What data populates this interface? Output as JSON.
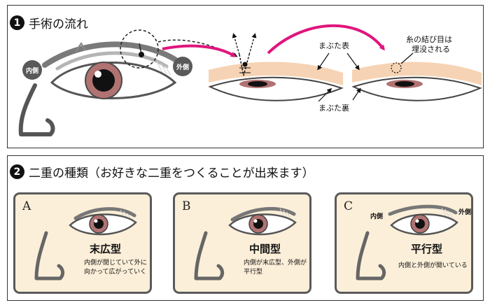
{
  "section1": {
    "number": "1",
    "title": "手術の流れ"
  },
  "section2": {
    "number": "2",
    "title": "二重の種類（お好きな二重をつくることが出来ます）"
  },
  "flow": {
    "inner_label": "内側",
    "outer_label": "外側",
    "upper_eyelid_label": "まぶた表",
    "under_eyelid_label": "まぶた裏",
    "knot_label_line1": "糸の結び目は",
    "knot_label_line2": "埋没される"
  },
  "types": [
    {
      "letter": "A",
      "name": "末広型",
      "desc_line1": "内側が閉じていて外に",
      "desc_line2": "向かって広がっていく"
    },
    {
      "letter": "B",
      "name": "中間型",
      "desc_line1": "内側が末広型、外側が",
      "desc_line2": "平行型"
    },
    {
      "letter": "C",
      "name": "平行型",
      "desc_line1": "内側と外側が開いている",
      "desc_line2": "",
      "inner_label": "内側",
      "outer_label": "外側"
    }
  ],
  "colors": {
    "accent_arrow": "#e0157d",
    "iris": "#b07372",
    "lid_skin": "#f6d3b4",
    "card_bg": "#fcefd9"
  }
}
